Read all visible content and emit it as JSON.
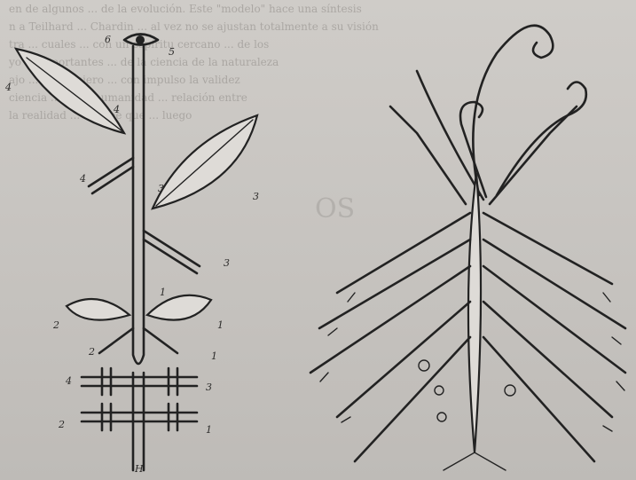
{
  "colors": {
    "paper": "#cbc8c4",
    "ink": "#222222"
  },
  "background_text": [
    "en de algunos ... de la evolución. Este \"modelo\" hace una síntesis",
    "n a Teilhard ... Chardin ... al vez no se ajustan totalmente a su visión",
    "tra ... cuales ... con un espíritu cercano ... de los",
    "yo ... importantes ... de la ciencia de la naturaleza",
    "ajo ... ... ... quiero ... con impulso la validez",
    "ciencia ... ... de humanidad ... relación entre",
    "la realidad ... ... sabe que ... luego"
  ],
  "background_heading": "OS",
  "left_labels": [
    "6",
    "5",
    "4",
    "4",
    "4",
    "3",
    "3",
    "3",
    "2",
    "2",
    "1",
    "1",
    "1",
    "4",
    "3",
    "2",
    "1",
    "H"
  ]
}
